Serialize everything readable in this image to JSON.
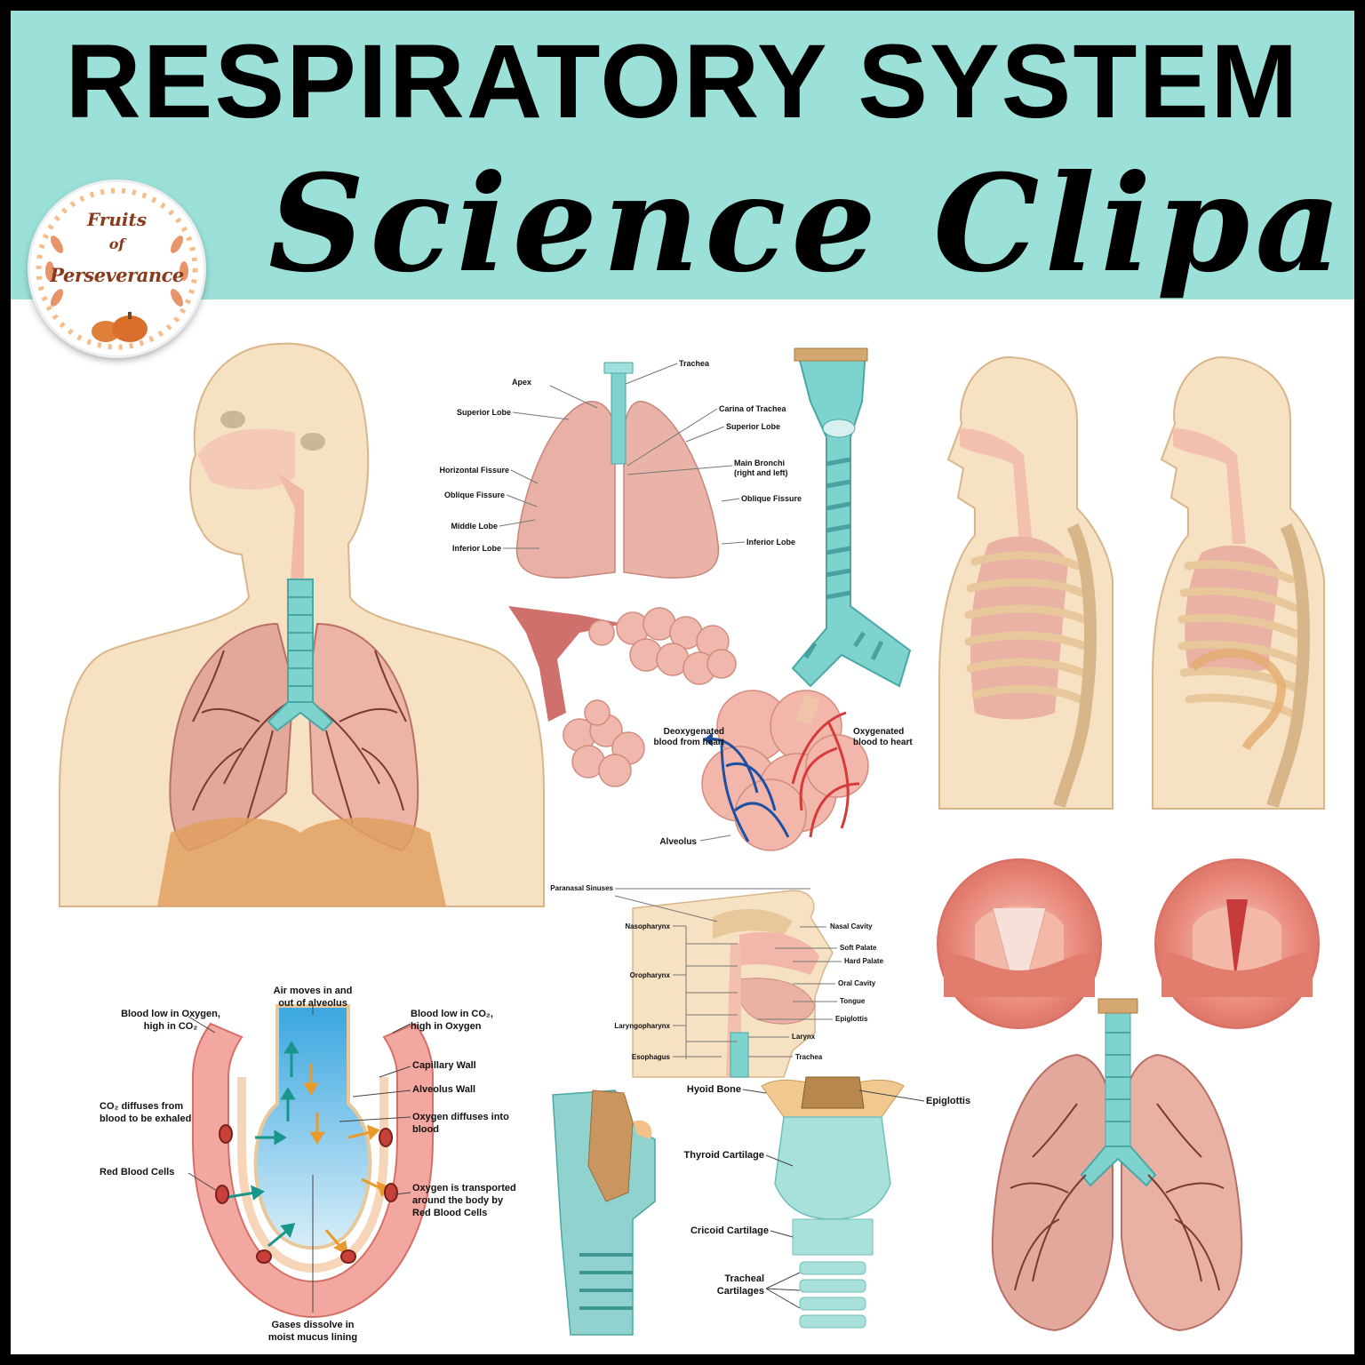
{
  "header": {
    "title": "RESPIRATORY SYSTEM",
    "subtitle": "Science Clipart"
  },
  "logo": {
    "line1": "Fruits",
    "line2": "of",
    "line3": "Perseverance"
  },
  "colors": {
    "banner": "#9be0d9",
    "skin": "#f6e1c2",
    "lung": "#e6a89c",
    "trachea": "#7fd3cf",
    "diaphragm": "#e0a060",
    "blood_red": "#d63a3a",
    "blood_blue": "#1f4fa0"
  },
  "lung_labels": {
    "apex": "Apex",
    "superior_lobe_left": "Superior Lobe",
    "horizontal_fissure": "Horizontal Fissure",
    "oblique_fissure_left": "Oblique Fissure",
    "middle_lobe": "Middle Lobe",
    "inferior_lobe_left": "Inferior Lobe",
    "trachea": "Trachea",
    "carina": "Carina of Trachea",
    "superior_lobe_right": "Superior Lobe",
    "main_bronchi_1": "Main Bronchi",
    "main_bronchi_2": "(right and left)",
    "oblique_fissure_right": "Oblique Fissure",
    "inferior_lobe_right": "Inferior Lobe"
  },
  "alveolus_labels": {
    "deoxy_1": "Deoxygenated",
    "deoxy_2": "blood from heart",
    "oxy_1": "Oxygenated",
    "oxy_2": "blood to heart",
    "alveolus": "Alveolus"
  },
  "head_labels": {
    "paranasal": "Paranasal Sinuses",
    "nasopharynx": "Nasopharynx",
    "oropharynx": "Oropharynx",
    "laryngopharynx": "Laryngopharynx",
    "esophagus": "Esophagus",
    "nasal_cavity": "Nasal Cavity",
    "soft_palate": "Soft Palate",
    "hard_palate": "Hard Palate",
    "oral_cavity": "Oral Cavity",
    "tongue": "Tongue",
    "epiglottis": "Epiglottis",
    "larynx": "Larynx",
    "trachea": "Trachea"
  },
  "exchange_labels": {
    "blood_low_o2_1": "Blood low in Oxygen,",
    "blood_low_o2_2": "high in CO₂",
    "air_moves_1": "Air moves in and",
    "air_moves_2": "out of alveolus",
    "blood_low_co2_1": "Blood low in CO₂,",
    "blood_low_co2_2": "high in Oxygen",
    "capillary_wall": "Capillary Wall",
    "alveolus_wall": "Alveolus Wall",
    "co2_diffuses_1": "CO₂ diffuses from",
    "co2_diffuses_2": "blood to be exhaled",
    "oxygen_diffuses_1": "Oxygen diffuses into",
    "oxygen_diffuses_2": "blood",
    "red_blood_cells": "Red Blood Cells",
    "oxygen_transported_1": "Oxygen is transported",
    "oxygen_transported_2": "around the body by",
    "oxygen_transported_3": "Red Blood Cells",
    "gases_dissolve_1": "Gases dissolve in",
    "gases_dissolve_2": "moist mucus lining"
  },
  "larynx_labels": {
    "hyoid": "Hyoid Bone",
    "epiglottis": "Epiglottis",
    "thyroid": "Thyroid Cartilage",
    "cricoid": "Cricoid Cartilage",
    "tracheal_1": "Tracheal",
    "tracheal_2": "Cartilages"
  }
}
